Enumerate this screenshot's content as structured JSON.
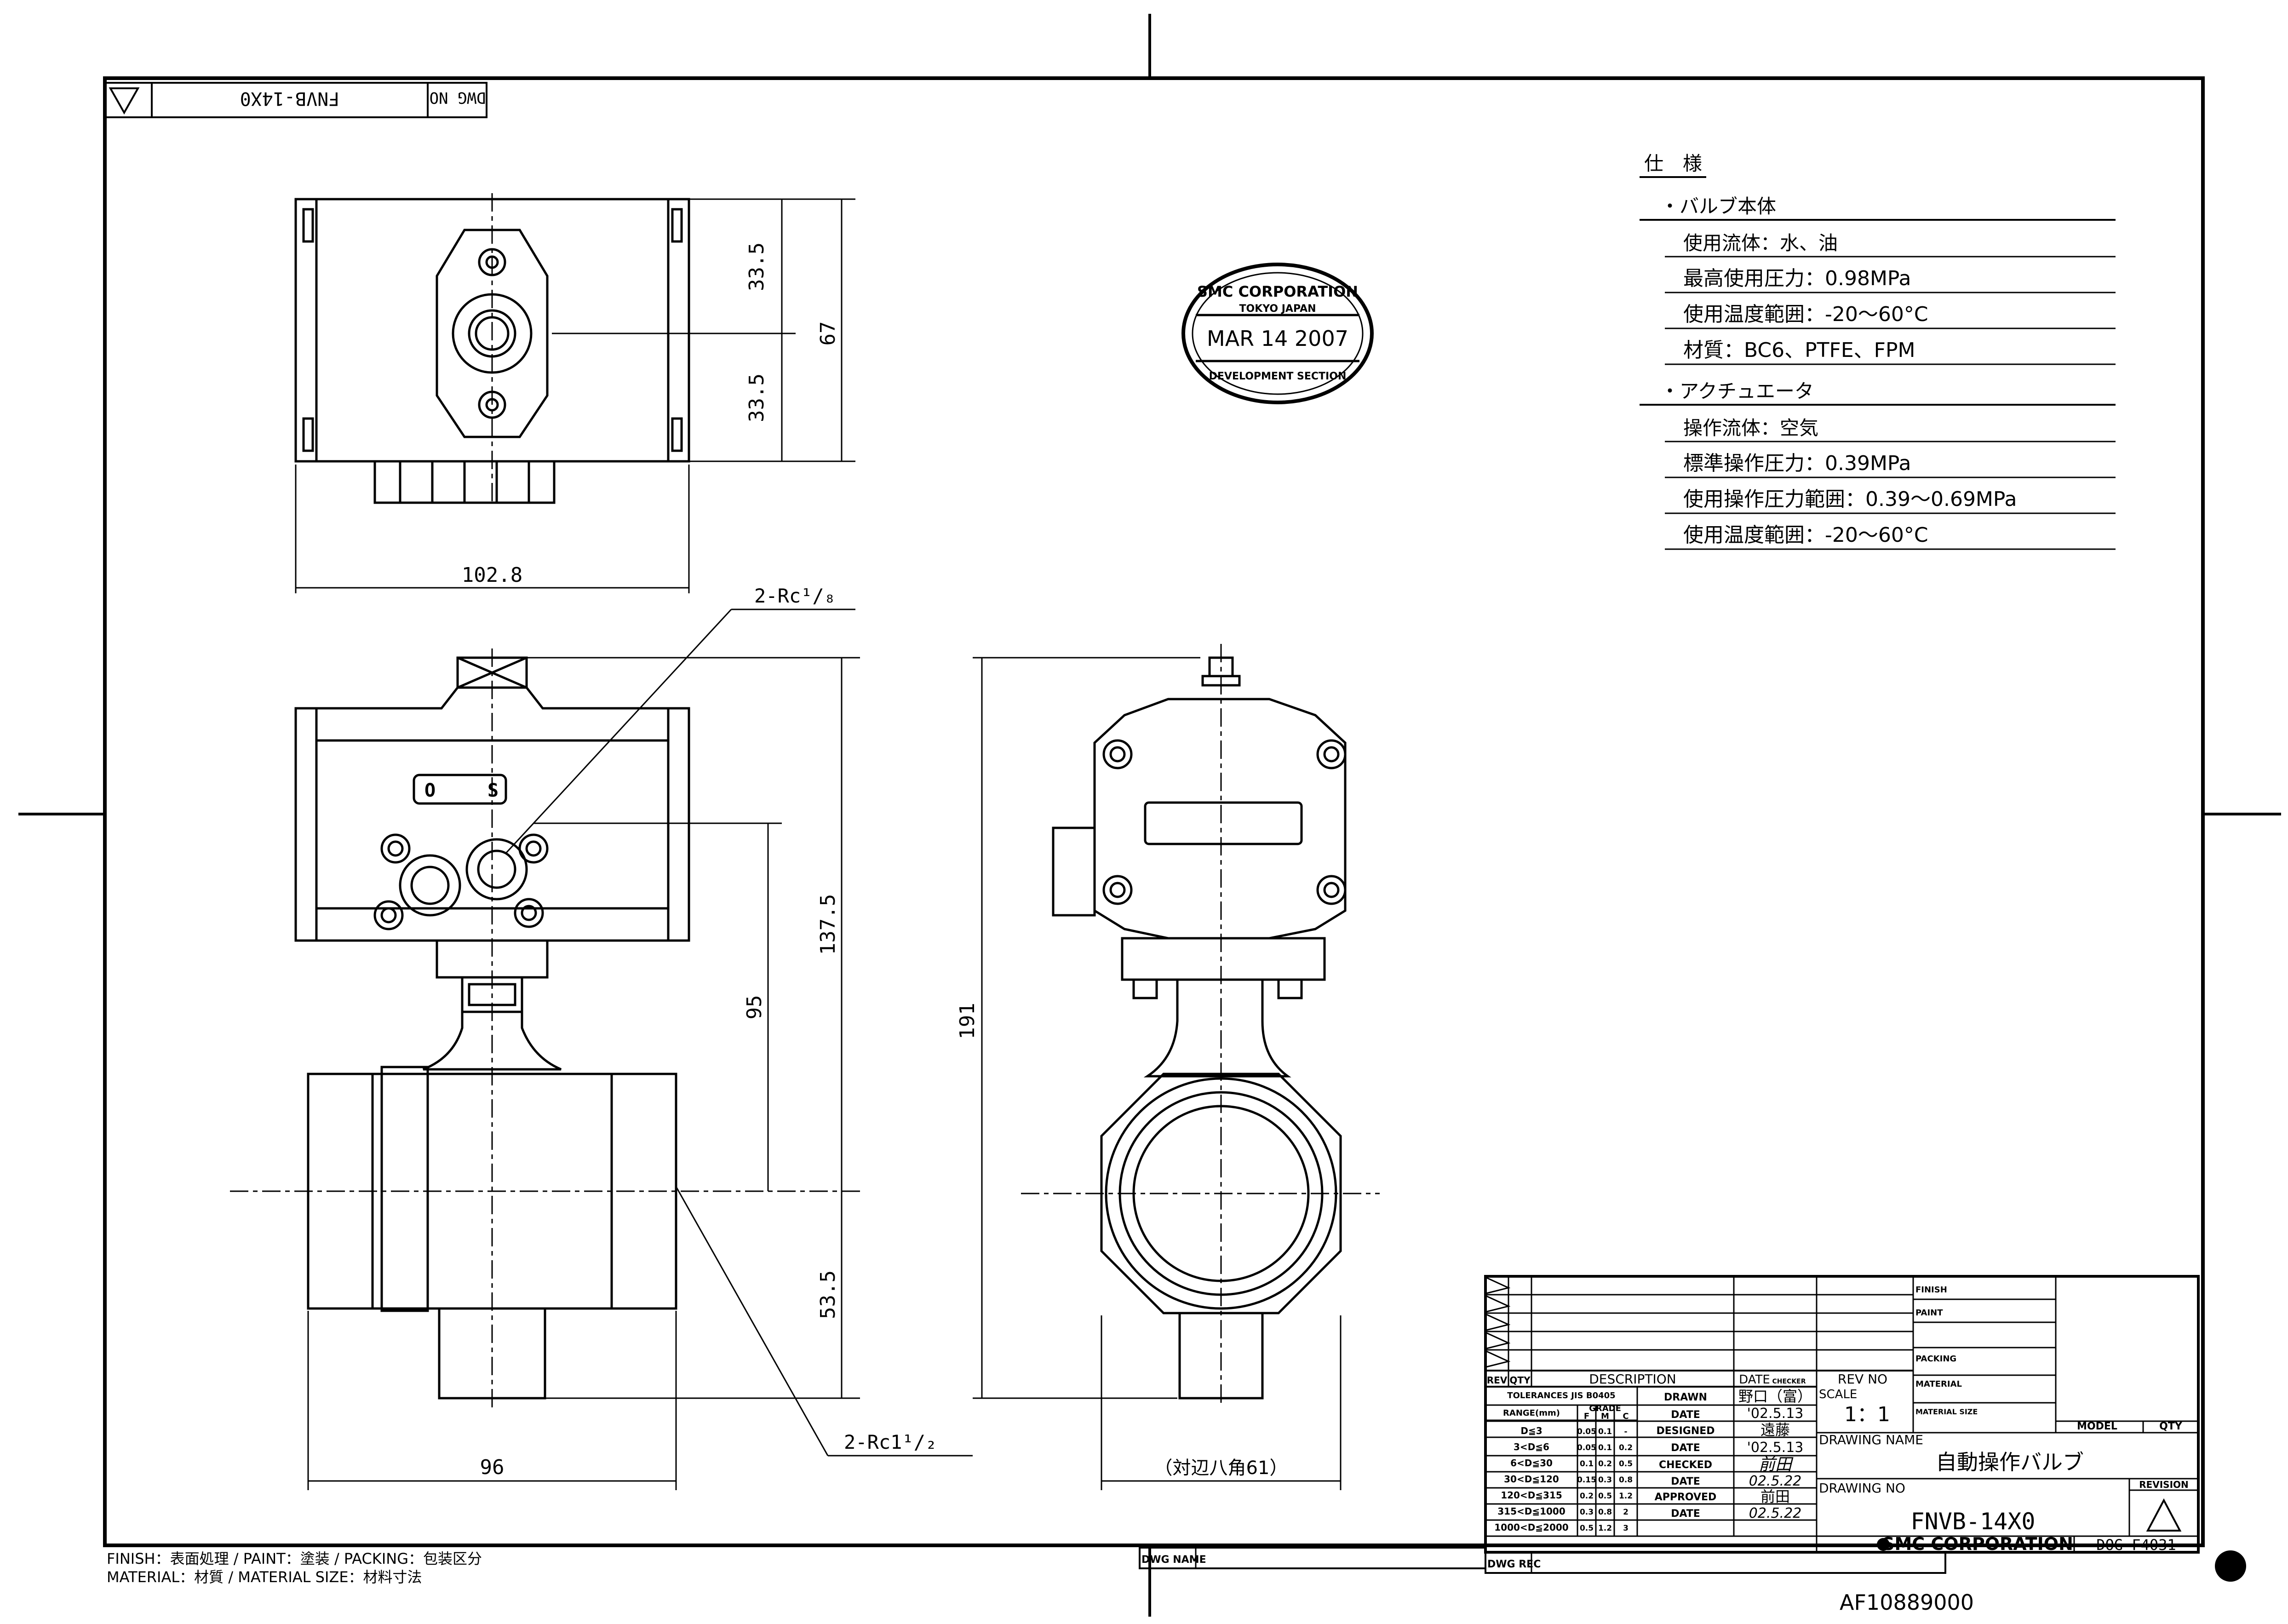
{
  "dwg_no_label": "DWG NO",
  "dwg_no_value": "FNVB-14X0",
  "dimensions": {
    "top_upper": "33.5",
    "top_lower": "33.5",
    "top_height": "67",
    "top_width": "102.8",
    "front_height": "137.5",
    "front_center": "95",
    "front_lower": "53.5",
    "front_width": "96",
    "side_height": "191",
    "side_hex": "（対辺八角61）"
  },
  "ports": {
    "top_port": "2-Rc¹/₈",
    "main_port": "2-Rc1¹/₂"
  },
  "indicator": {
    "open": "O",
    "shut": "S"
  },
  "stamp": {
    "company": "SMC CORPORATION",
    "location": "TOKYO JAPAN",
    "date": "MAR 14 2007",
    "section": "DEVELOPMENT SECTION"
  },
  "spec": {
    "title": "仕　様",
    "valve_header": "・バルブ本体",
    "valve_items": [
      "使用流体：水、油",
      "最高使用圧力：0.98MPa",
      "使用温度範囲：-20～60°C",
      "材質：BC6、PTFE、FPM"
    ],
    "actuator_header": "・アクチュエータ",
    "actuator_items": [
      "操作流体：空気",
      "標準操作圧力：0.39MPa",
      "使用操作圧力範囲：0.39～0.69MPa",
      "使用温度範囲：-20～60°C"
    ]
  },
  "title_block": {
    "finish": "FINISH",
    "paint": "PAINT",
    "packing": "PACKING",
    "material": "MATERIAL",
    "material_size": "MATERIAL SIZE",
    "model": "MODEL",
    "qty": "QTY",
    "rev": "REV",
    "qty_col": "QTY",
    "description": "DESCRIPTION",
    "date_col": "DATE",
    "checker": "CHECKER",
    "rev_no": "REV NO",
    "tolerances": "TOLERANCES JIS B0405",
    "grade": "GRADE",
    "range": "RANGE(mm)",
    "grade_cols": [
      "F",
      "M",
      "C"
    ],
    "tol_rows": [
      {
        "range": "D≦3",
        "f": "0.05",
        "m": "0.1",
        "c": "-"
      },
      {
        "range": "3<D≦6",
        "f": "0.05",
        "m": "0.1",
        "c": "0.2"
      },
      {
        "range": "6<D≦30",
        "f": "0.1",
        "m": "0.2",
        "c": "0.5"
      },
      {
        "range": "30<D≦120",
        "f": "0.15",
        "m": "0.3",
        "c": "0.8"
      },
      {
        "range": "120<D≦315",
        "f": "0.2",
        "m": "0.5",
        "c": "1.2"
      },
      {
        "range": "315<D≦1000",
        "f": "0.3",
        "m": "0.8",
        "c": "2"
      },
      {
        "range": "1000<D≦2000",
        "f": "0.5",
        "m": "1.2",
        "c": "3"
      }
    ],
    "drawn": "DRAWN",
    "drawn_by": "野口（富）",
    "date": "DATE",
    "drawn_date": "'02.5.13",
    "designed": "DESIGNED",
    "designed_by": "遠藤",
    "designed_date": "'02.5.13",
    "checked": "CHECKED",
    "checked_by": "前田",
    "checked_date": "02.5.22",
    "approved": "APPROVED",
    "approved_by": "前田",
    "approved_date": "02.5.22",
    "scale_label": "SCALE",
    "scale": "1：1",
    "drawing_name_label": "DRAWING NAME",
    "drawing_name": "自動操作バルブ",
    "drawing_no_label": "DRAWING NO",
    "drawing_no": "FNVB-14X0",
    "revision": "REVISION",
    "company": "SMC CORPORATION",
    "form_no": "DOG-F4031",
    "dwg_name": "DWG NAME",
    "dwg_rec": "DWG REC"
  },
  "notes": {
    "line1": "FINISH：表面処理 / PAINT：塗装 / PACKING：包装区分",
    "line2": "MATERIAL：材質 / MATERIAL SIZE：材料寸法"
  },
  "footer_code": "AF10889000"
}
